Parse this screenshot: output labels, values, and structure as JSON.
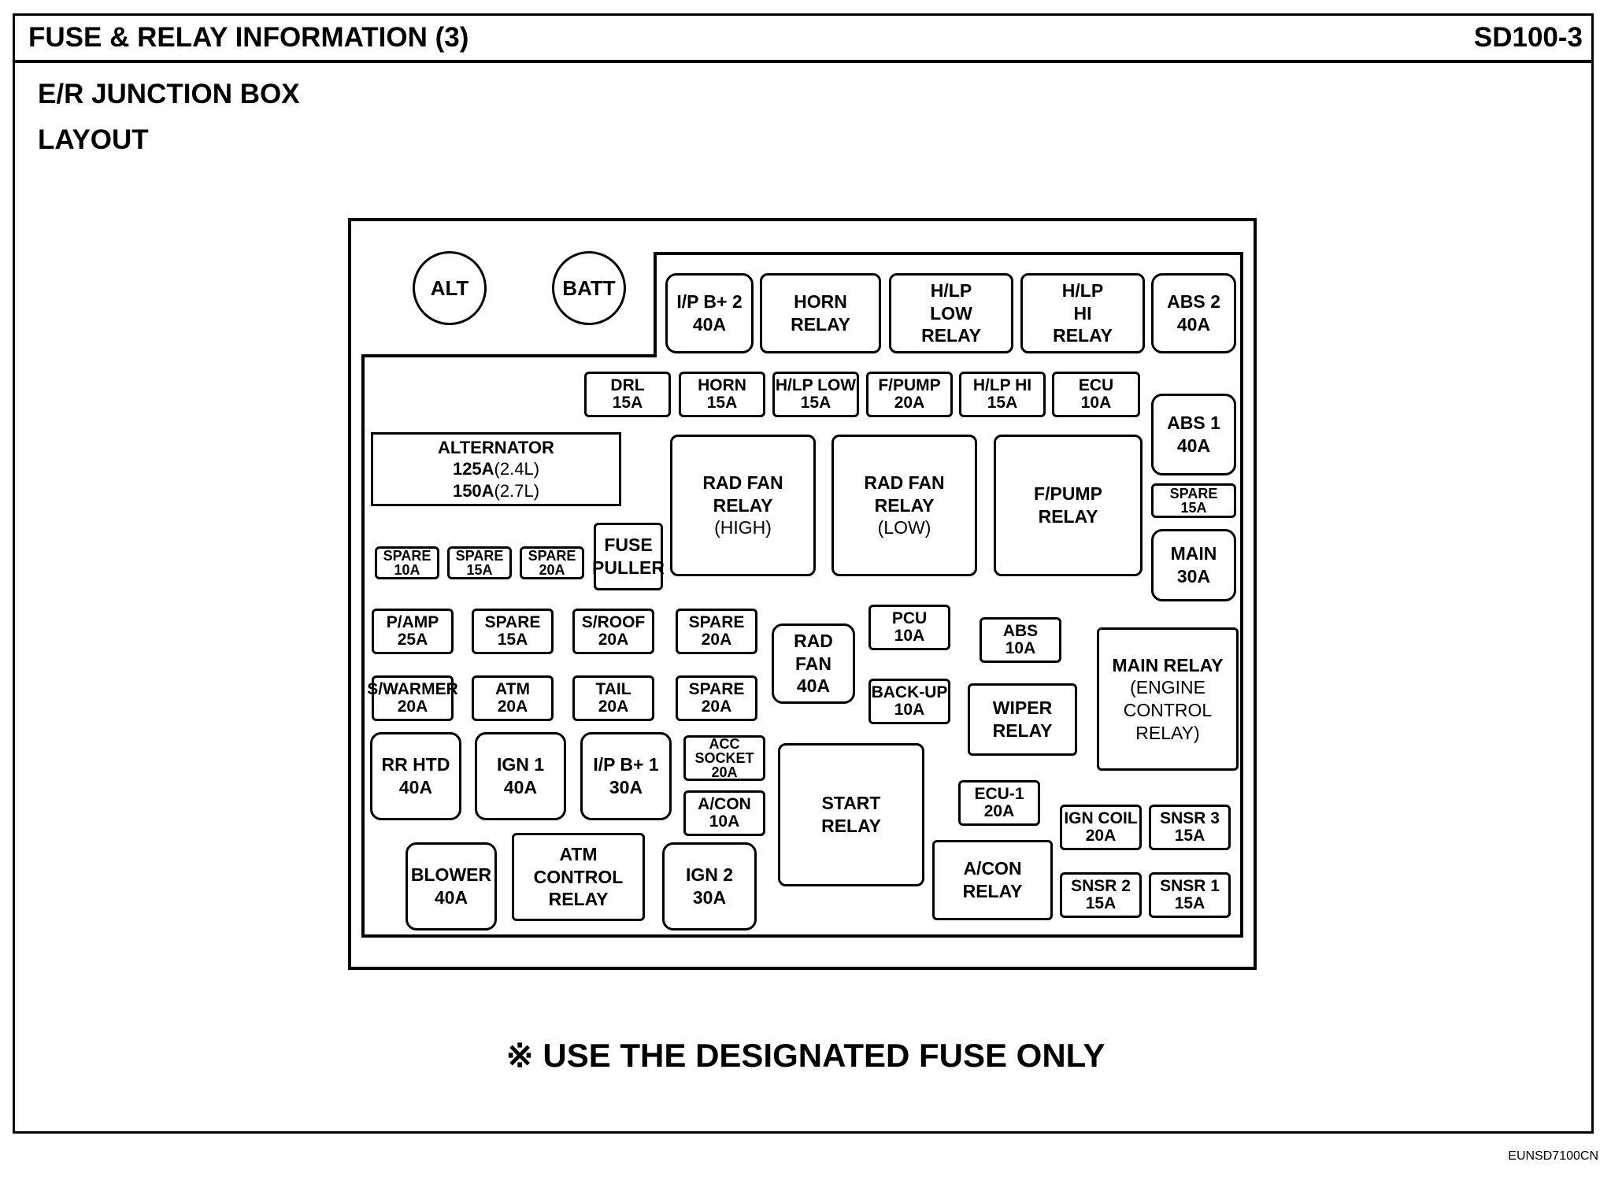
{
  "header": {
    "title": "FUSE & RELAY INFORMATION (3)",
    "code": "SD100-3"
  },
  "section": {
    "title": "E/R JUNCTION BOX",
    "subtitle": "LAYOUT"
  },
  "terminals": {
    "alt": "ALT",
    "batt": "BATT"
  },
  "top_row": {
    "ipb2": [
      "I/P B+ 2",
      "40A"
    ],
    "horn_relay": [
      "HORN",
      "RELAY"
    ],
    "hlp_low_relay": [
      "H/LP",
      "LOW",
      "RELAY"
    ],
    "hlp_hi_relay": [
      "H/LP",
      "HI",
      "RELAY"
    ],
    "abs2": [
      "ABS 2",
      "40A"
    ]
  },
  "mini_row": {
    "drl": [
      "DRL",
      "15A"
    ],
    "horn": [
      "HORN",
      "15A"
    ],
    "hlp_low": [
      "H/LP LOW",
      "15A"
    ],
    "fpump": [
      "F/PUMP",
      "20A"
    ],
    "hlp_hi": [
      "H/LP HI",
      "15A"
    ],
    "ecu": [
      "ECU",
      "10A"
    ]
  },
  "alternator": [
    "ALTERNATOR",
    "125A",
    "(2.4L)",
    "150A",
    "(2.7L)"
  ],
  "relays": {
    "rad_fan_high": [
      "RAD FAN",
      "RELAY",
      "(HIGH)"
    ],
    "rad_fan_low": [
      "RAD FAN",
      "RELAY",
      "(LOW)"
    ],
    "fpump_relay": [
      "F/PUMP",
      "RELAY"
    ],
    "main_relay": [
      "MAIN RELAY",
      "(ENGINE",
      "CONTROL",
      "RELAY)"
    ],
    "wiper_relay": [
      "WIPER",
      "RELAY"
    ],
    "start_relay": [
      "START",
      "RELAY"
    ],
    "acon_relay": [
      "A/CON",
      "RELAY"
    ],
    "atm_control_relay": [
      "ATM",
      "CONTROL",
      "RELAY"
    ]
  },
  "right_col": {
    "abs1": [
      "ABS 1",
      "40A"
    ],
    "spare15": [
      "SPARE",
      "15A"
    ],
    "main": [
      "MAIN",
      "30A"
    ]
  },
  "spares_small": {
    "s10": [
      "SPARE",
      "10A"
    ],
    "s15": [
      "SPARE",
      "15A"
    ],
    "s20": [
      "SPARE",
      "20A"
    ]
  },
  "fuse_puller": [
    "FUSE",
    "PULLER"
  ],
  "grid": {
    "pamp": [
      "P/AMP",
      "25A"
    ],
    "spare15": [
      "SPARE",
      "15A"
    ],
    "sroof": [
      "S/ROOF",
      "20A"
    ],
    "spare20a": [
      "SPARE",
      "20A"
    ],
    "swarmer": [
      "S/WARMER",
      "20A"
    ],
    "atm": [
      "ATM",
      "20A"
    ],
    "tail": [
      "TAIL",
      "20A"
    ],
    "spare20b": [
      "SPARE",
      "20A"
    ],
    "rad_fan": [
      "RAD",
      "FAN",
      "40A"
    ],
    "pcu": [
      "PCU",
      "10A"
    ],
    "backup": [
      "BACK-UP",
      "10A"
    ],
    "abs": [
      "ABS",
      "10A"
    ]
  },
  "bottom": {
    "rr_htd": [
      "RR HTD",
      "40A"
    ],
    "ign1": [
      "IGN 1",
      "40A"
    ],
    "ipb1": [
      "I/P B+ 1",
      "30A"
    ],
    "acc_socket": [
      "ACC",
      "SOCKET",
      "20A"
    ],
    "acon": [
      "A/CON",
      "10A"
    ],
    "ecu1": [
      "ECU-1",
      "20A"
    ],
    "ign_coil": [
      "IGN COIL",
      "20A"
    ],
    "snsr3": [
      "SNSR 3",
      "15A"
    ],
    "snsr2": [
      "SNSR 2",
      "15A"
    ],
    "snsr1": [
      "SNSR 1",
      "15A"
    ],
    "blower": [
      "BLOWER",
      "40A"
    ],
    "ign2": [
      "IGN 2",
      "30A"
    ]
  },
  "note": "※ USE THE DESIGNATED FUSE ONLY",
  "footer_code": "EUNSD7100CN"
}
